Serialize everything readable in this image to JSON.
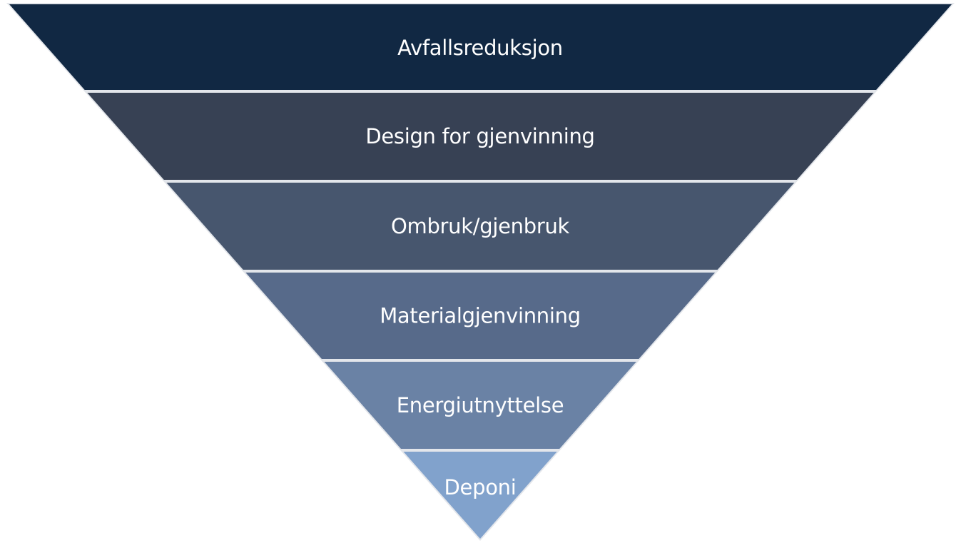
{
  "diagram": {
    "type": "inverted-pyramid",
    "tiers": [
      {
        "label": "Avfallsreduksjon",
        "color": "#112843"
      },
      {
        "label": "Design for gjenvinning",
        "color": "#374154"
      },
      {
        "label": "Ombruk/gjenbruk",
        "color": "#47566e"
      },
      {
        "label": "Materialgjenvinning",
        "color": "#576a8a"
      },
      {
        "label": "Energiutnyttelse",
        "color": "#6a82a5"
      },
      {
        "label": "Deponi",
        "color": "#81a2cc"
      }
    ],
    "separator_color": "#e3e6eb",
    "text_color": "#ffffff"
  }
}
